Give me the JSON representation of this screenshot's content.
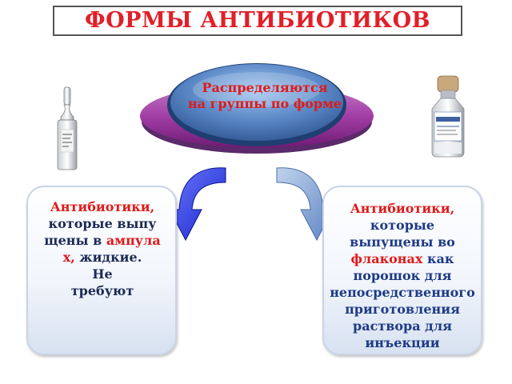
{
  "title": "ФОРМЫ АНТИБИОТИКОВ",
  "center": {
    "line1": "Распределяются",
    "line2": "на группы по форме"
  },
  "left_box": {
    "heading": "Антибиотики,",
    "line1": "которые выпущены в",
    "highlight": "ампулах,",
    "line2": "жидкие.",
    "line3": "Не",
    "line4": "требуют"
  },
  "right_box": {
    "heading": "Антибиотики,",
    "line1": "которые выпущены во",
    "highlight": "флаконах",
    "line2": "как порошок для непосредственного приготовления раствора для инъекции"
  },
  "icons": {
    "left": "ampoule-icon",
    "right": "vial-icon"
  },
  "colors": {
    "title_red": "#e0202a",
    "text_blue": "#1d3a86",
    "ellipse_blue": "#4a76b5",
    "ellipse_purple": "#8a2c8e",
    "arrow_blue": "#1e2fd0"
  }
}
